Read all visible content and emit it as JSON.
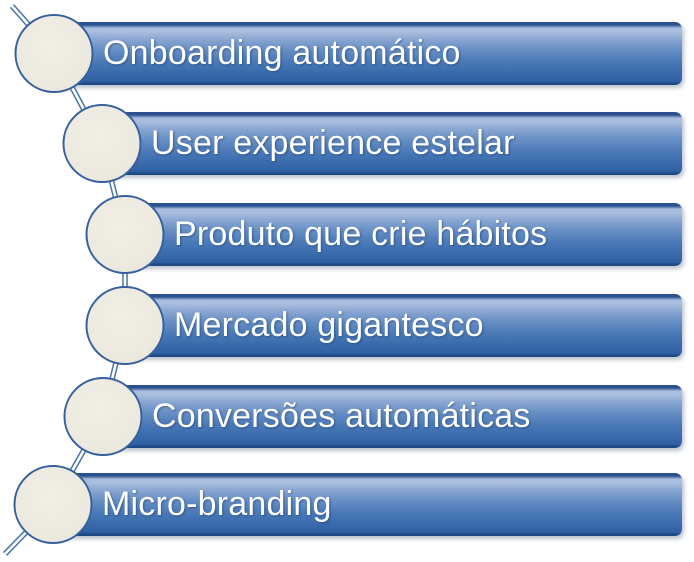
{
  "items": [
    {
      "label": "Onboarding automático"
    },
    {
      "label": "User experience estelar"
    },
    {
      "label": "Produto que crie hábitos"
    },
    {
      "label": "Mercado gigantesco"
    },
    {
      "label": "Conversões automáticas"
    },
    {
      "label": "Micro-branding"
    }
  ],
  "colors": {
    "bar_blue": "#3D6FB0",
    "bar_top_dark": "#2B528F",
    "bar_light_band": "#A7BCDD",
    "bar_bottom_edge": "#1D4A85",
    "circle_fill": "#EDEAE0",
    "circle_border": "#35619C",
    "connector": "#4A74A8",
    "text": "#FFFFFF",
    "background": "#FFFFFF"
  }
}
